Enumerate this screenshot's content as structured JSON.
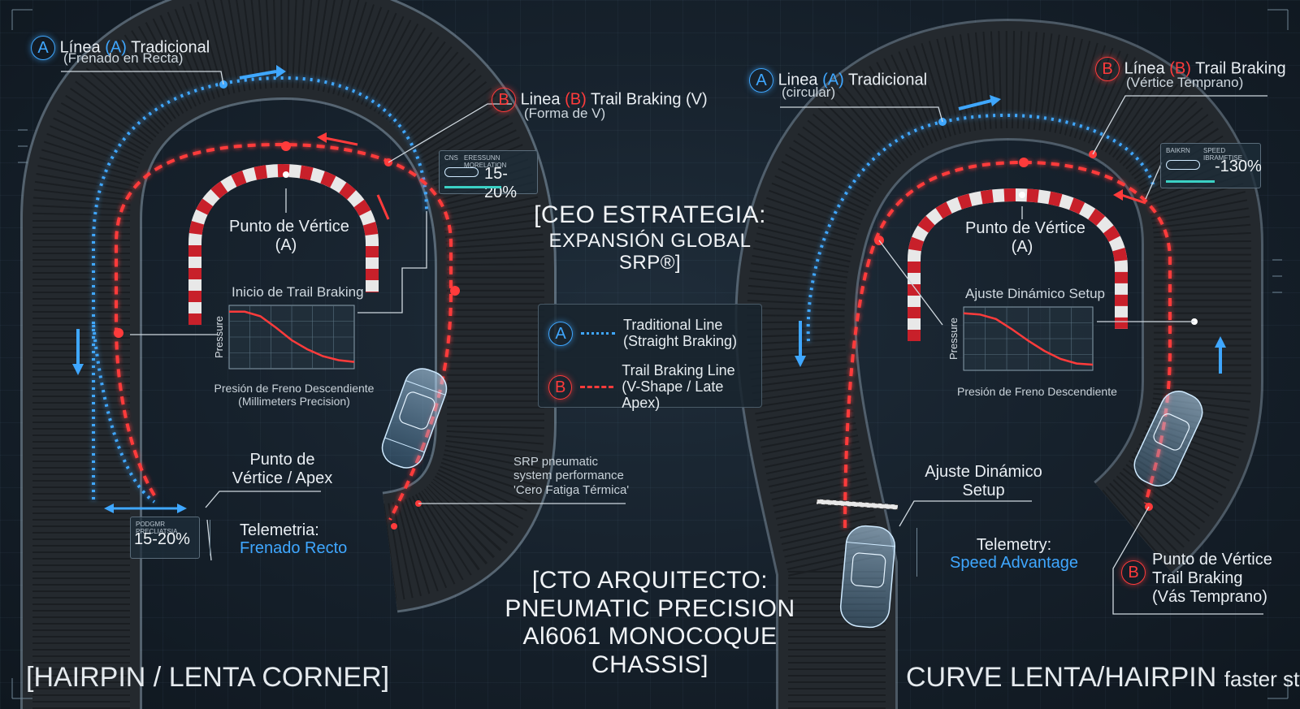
{
  "left": {
    "line_a_badge": "A",
    "line_a_prefix": "Línea",
    "line_a_mid": "(A)",
    "line_a_suffix": "Tradicional",
    "line_a_sub": "(Frenado en Recta)",
    "line_b_badge": "B",
    "line_b_prefix": "Linea",
    "line_b_mid": "(B)",
    "line_b_suffix": "Trail Braking (V)",
    "line_b_sub": "(Forma de V)",
    "apex_title": "Punto de Vértice",
    "apex_sub": "(A)",
    "chart_title": "Inicio de Trail Braking",
    "chart_ylabel": "Pressure",
    "chart_caption1": "Presión de Freno Descendiente",
    "chart_caption2": "(Millimeters Precision)",
    "apex2_line1": "Punto de",
    "apex2_line2": "Vértice / Apex",
    "telemetry_label": "Telemetria:",
    "telemetry_value": "Frenado Recto",
    "box1_small1": "CNS",
    "box1_small2": "ERESSUNN MORELATION",
    "box1_big": "15-20%",
    "box2_small": "PODGMR PRECLIATSIA",
    "box2_big": "15-20%",
    "note_line1": "SRP pneumatic",
    "note_line2": "system performance",
    "note_line3": "'Cero Fatiga Térmica'",
    "corner_title": "[HAIRPIN / LENTA CORNER]"
  },
  "center": {
    "ceo_line1": "[CEO ESTRATEGIA:",
    "ceo_line2": "EXPANSIÓN GLOBAL SRP®]",
    "cto_line1": "[CTO ARQUITECTO:",
    "cto_line2": "PNEUMATIC PRECISION",
    "cto_line3": "Al6061 MONOCOQUE CHASSIS]",
    "legend_a_badge": "A",
    "legend_a_line1": "Traditional Line",
    "legend_a_line2": "(Straight Braking)",
    "legend_b_badge": "B",
    "legend_b_line1": "Trail Braking Line",
    "legend_b_line2": "(V-Shape / Late Apex)"
  },
  "right": {
    "line_a_badge": "A",
    "line_a_prefix": "Linea",
    "line_a_mid": "(A)",
    "line_a_suffix": "Tradicional",
    "line_a_sub": "(circular)",
    "line_b_badge": "B",
    "line_b_prefix": "Línea",
    "line_b_mid": "(B)",
    "line_b_suffix": "Trail Braking",
    "line_b_sub": "(Vértice Temprano)",
    "apex_title": "Punto de Vértice",
    "apex_sub": "(A)",
    "chart_title": "Ajuste Dinámico Setup",
    "chart_ylabel": "Pressure",
    "chart_caption": "Presión de Freno Descendiente",
    "setup_line1": "Ajuste Dinámico",
    "setup_line2": "Setup",
    "telemetry_label": "Telemetry:",
    "telemetry_value": "Speed Advantage",
    "box_small1": "BAIKRN",
    "box_small2": "SPEED IBRAMFTISE",
    "box_big": "-130%",
    "apexb_badge": "B",
    "apexb_line1": "Punto de Vértice",
    "apexb_line2": "Trail Braking",
    "apexb_line3": "(Vás Temprano)",
    "corner_title_main": "CURVE LENTA/HAIRPIN",
    "corner_title_tail": "faster style"
  },
  "colors": {
    "line_a": "#3fa7ff",
    "line_b": "#ff3b3b",
    "track": "#22282e",
    "kerb_red": "#c8202a",
    "kerb_white": "#e8e8e8"
  },
  "chart_data": [
    {
      "type": "line",
      "title": "Inicio de Trail Braking",
      "ylabel": "Pressure",
      "xlabel": "Presión de Freno Descendiente",
      "series": [
        {
          "values": [
            1.0,
            1.0,
            0.92,
            0.72,
            0.5,
            0.34,
            0.22,
            0.15,
            0.12
          ]
        }
      ],
      "grid": true
    },
    {
      "type": "line",
      "title": "Ajuste Dinámico Setup",
      "ylabel": "Pressure",
      "xlabel": "Presión de Freno Descendiente",
      "series": [
        {
          "values": [
            1.0,
            0.98,
            0.9,
            0.72,
            0.52,
            0.34,
            0.2,
            0.12,
            0.1
          ]
        }
      ],
      "grid": true
    }
  ]
}
